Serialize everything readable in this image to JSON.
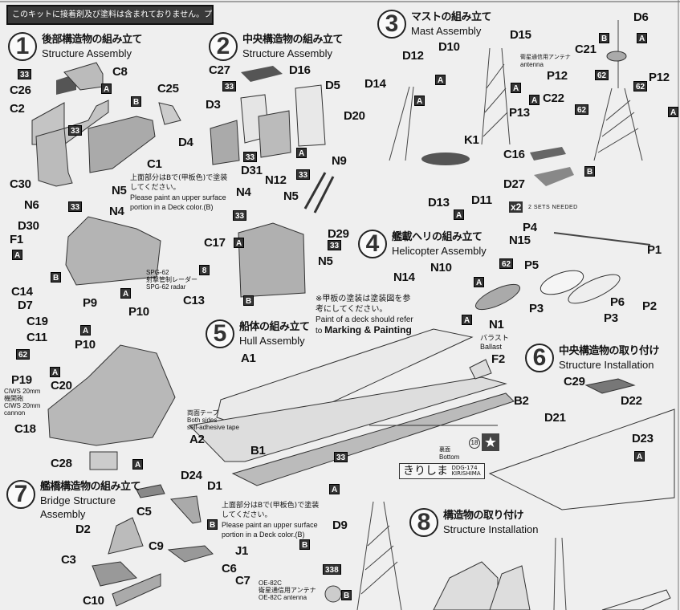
{
  "banner": "このキットに接着剤及び塗料は含まれておりません。プラスチック専用の物を別にお求め下さい。",
  "steps": [
    {
      "num": "1",
      "jp": "後部構造物の組み立て",
      "en": "Structure Assembly"
    },
    {
      "num": "2",
      "jp": "中央構造物の組み立て",
      "en": "Structure Assembly"
    },
    {
      "num": "3",
      "jp": "マストの組み立て",
      "en": "Mast Assembly"
    },
    {
      "num": "4",
      "jp": "艦載ヘリの組み立て",
      "en": "Helicopter Assembly"
    },
    {
      "num": "5",
      "jp": "船体の組み立て",
      "en": "Hull Assembly"
    },
    {
      "num": "6",
      "jp": "中央構造物の取り付け",
      "en": "Structure Installation"
    },
    {
      "num": "7",
      "jp": "艦橋構造物の組み立て",
      "en": "Bridge Structure Assembly"
    },
    {
      "num": "8",
      "jp": "構造物の取り付け",
      "en": "Structure Installation"
    }
  ],
  "parts": [
    "C8",
    "C26",
    "C2",
    "C25",
    "C1",
    "C30",
    "N5",
    "N4",
    "N6",
    "D30",
    "F1",
    "C14",
    "D7",
    "P9",
    "P10",
    "C19",
    "C11",
    "P10",
    "P19",
    "C20",
    "C18",
    "C28",
    "C27",
    "D16",
    "D5",
    "D3",
    "D20",
    "D4",
    "D31",
    "N9",
    "N12",
    "N4",
    "N5",
    "D29",
    "N5",
    "C17",
    "C13",
    "D6",
    "C21",
    "D10",
    "D15",
    "D12",
    "D14",
    "P12",
    "P12",
    "C22",
    "P13",
    "K1",
    "C16",
    "D27",
    "D13",
    "D11",
    "N15",
    "N10",
    "N14",
    "N1",
    "P4",
    "P1",
    "P5",
    "P6",
    "P2",
    "P3",
    "P3",
    "A1",
    "F2",
    "B2",
    "A2",
    "B1",
    "C29",
    "D22",
    "D21",
    "D23",
    "D24",
    "D1",
    "C5",
    "D2",
    "D9",
    "C9",
    "J1",
    "C3",
    "C6",
    "C7",
    "C10"
  ],
  "badges": [
    "33",
    "A",
    "B",
    "33",
    "33",
    "A",
    "B",
    "A",
    "A",
    "62",
    "A",
    "A",
    "33",
    "A",
    "33",
    "33",
    "33",
    "33",
    "A",
    "8",
    "B",
    "B",
    "A",
    "A",
    "A",
    "A",
    "62",
    "62",
    "A",
    "A",
    "62",
    "B",
    "A",
    "62",
    "A",
    "A",
    "33",
    "A",
    "A",
    "B",
    "B",
    "338",
    "B"
  ],
  "notes": {
    "paint1_jp": "上面部分はBで(甲板色)で塗装してください。",
    "paint1_en1": "Please paint an upper surface",
    "paint1_en2": "portion in a Deck color.(B)",
    "paint7_jp1": "上面部分はBで(甲板色)で塗装",
    "paint7_jp2": "してください。",
    "paint7_en1": "Please paint an upper surface",
    "paint7_en2": "portion in a Deck color.(B)",
    "deck_jp1": "※甲板の塗装は塗装図を参",
    "deck_jp2": "考にしてください。",
    "deck_en1": "Paint of a deck should refer",
    "deck_en2_pre": "to",
    "deck_en2_bold": "Marking & Painting",
    "spg_1": "SPG-62",
    "spg_2": "射撃管制レーダー",
    "spg_3": "SPG-62 radar",
    "ciws_1": "CIWS 20mm",
    "ciws_2": "機関砲",
    "ciws_3": "CIWS 20mm",
    "ciws_4": "cannon",
    "sat_jp": "衛星通信用アンテナ",
    "sat_en": "antenna",
    "oe_1": "OE-82C",
    "oe_2": "衛星通信用アンテナ",
    "oe_3": "OE-82C antenna",
    "tape_jp": "両面テープ",
    "tape_en1": "Both sides",
    "tape_en2": "self-adhesive tape",
    "ballast_jp": "バラスト",
    "ballast_en": "Ballast",
    "bottom_jp": "裏面",
    "bottom_en": "Bottom",
    "sets": "2 SETS NEEDED",
    "x2": "x2",
    "decal_no": "18",
    "ship_name_jp": "きりしま",
    "ship_code": "DDG-174",
    "ship_name_en": "KIRISHIMA"
  }
}
